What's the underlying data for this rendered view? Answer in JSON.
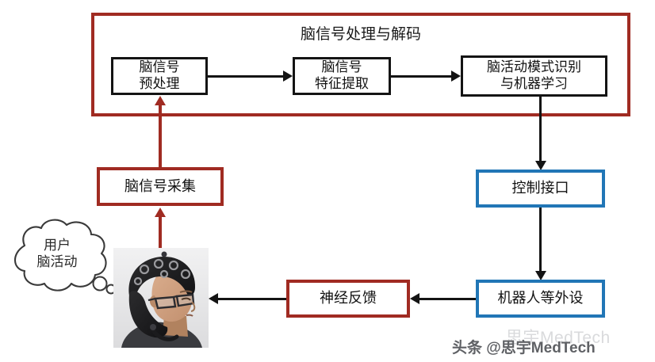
{
  "diagram": {
    "title": "脑信号处理与解码",
    "group": {
      "label": "脑信号处理与解码"
    },
    "nodes": {
      "preprocess": {
        "label": "脑信号\n预处理",
        "style": "black"
      },
      "feature": {
        "label": "脑信号\n特征提取",
        "style": "black"
      },
      "pattern": {
        "label": "脑活动模式识别\n与机器学习",
        "style": "black"
      },
      "acquire": {
        "label": "脑信号采集",
        "style": "red"
      },
      "control": {
        "label": "控制接口",
        "style": "blue"
      },
      "robot": {
        "label": "机器人等外设",
        "style": "blue"
      },
      "feedback": {
        "label": "神经反馈",
        "style": "red"
      }
    },
    "bubble": {
      "label": "用户\n脑活动"
    },
    "photo": {
      "alt": "用户佩戴脑电帽照片"
    },
    "colors": {
      "red": "#A02B22",
      "blue": "#2176B6",
      "black": "#141414",
      "background": "#FFFFFF"
    }
  },
  "watermark": {
    "text": "头条 @思宇MedTech",
    "ghost_text": "思宇MedTech",
    "logo": "at-sign-icon"
  }
}
